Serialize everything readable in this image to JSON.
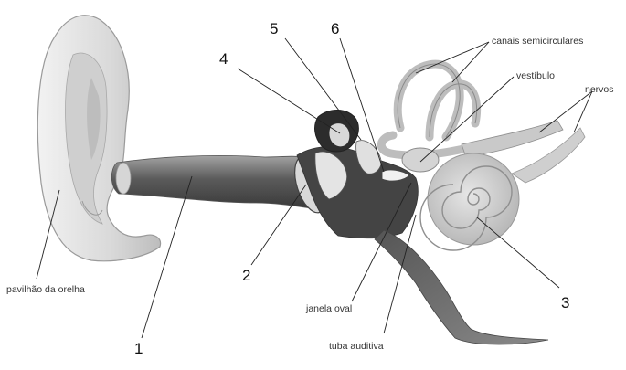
{
  "figure": {
    "numbers": {
      "n1": "1",
      "n2": "2",
      "n3": "3",
      "n4": "4",
      "n5": "5",
      "n6": "6"
    },
    "labels": {
      "pavilhao": "pavilhão da orelha",
      "janela_oval": "janela oval",
      "tuba_auditiva": "tuba auditiva",
      "canais": "canais semicirculares",
      "vestibulo": "vestíbulo",
      "nervos": "nervos"
    }
  }
}
